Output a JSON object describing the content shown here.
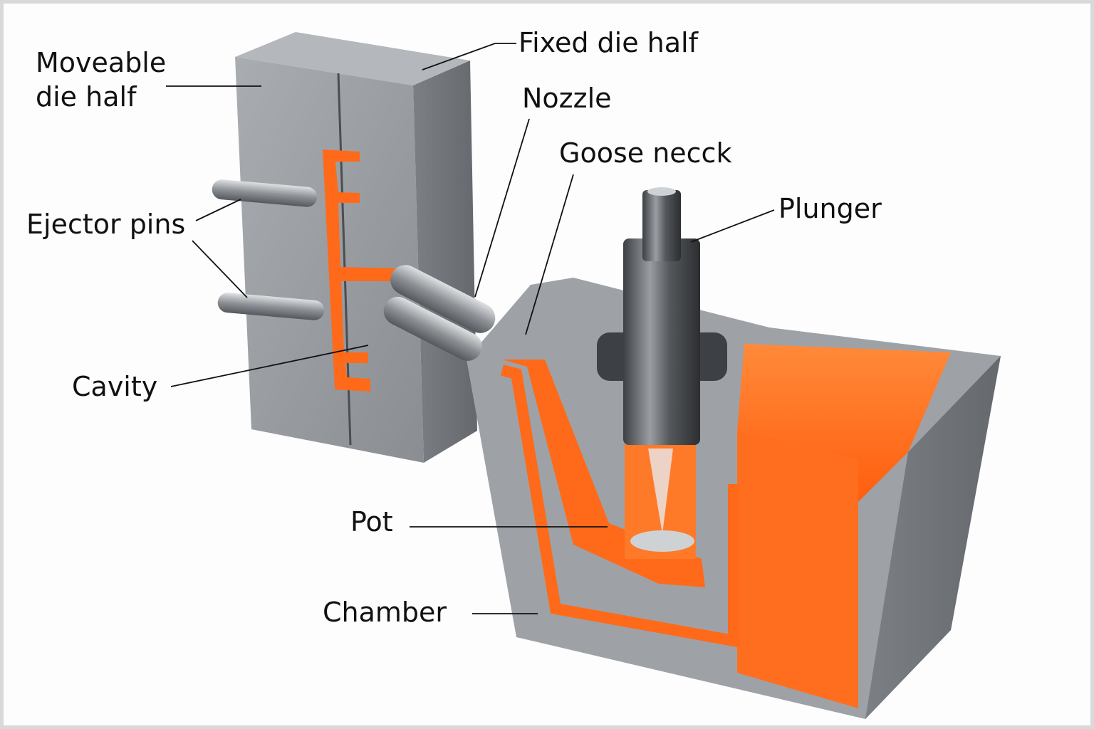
{
  "title": "Hot-chamber die casting machine",
  "labels": {
    "moveable_die_half_line1": "Moveable",
    "moveable_die_half_line2": "die half",
    "fixed_die_half": "Fixed die half",
    "nozzle": "Nozzle",
    "goose_neck": "Goose necck",
    "plunger": "Plunger",
    "ejector_pins": "Ejector pins",
    "cavity": "Cavity",
    "pot": "Pot",
    "chamber": "Chamber"
  },
  "colors": {
    "molten_metal": "#ff6a1a",
    "steel": "#9a9ea3",
    "steel_dark": "#6e7277",
    "line": "#111111"
  }
}
